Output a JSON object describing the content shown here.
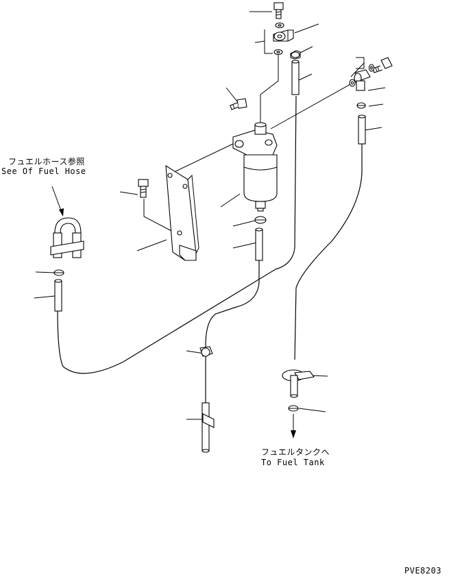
{
  "labels": {
    "fuel_hose_ref_jp": "フュエルホース参照",
    "fuel_hose_ref_en": "See Of Fuel Hose",
    "to_fuel_tank_jp": "フュエルタンクヘ",
    "to_fuel_tank_en": "To Fuel Tank",
    "drawing_code": "PVE8203"
  }
}
